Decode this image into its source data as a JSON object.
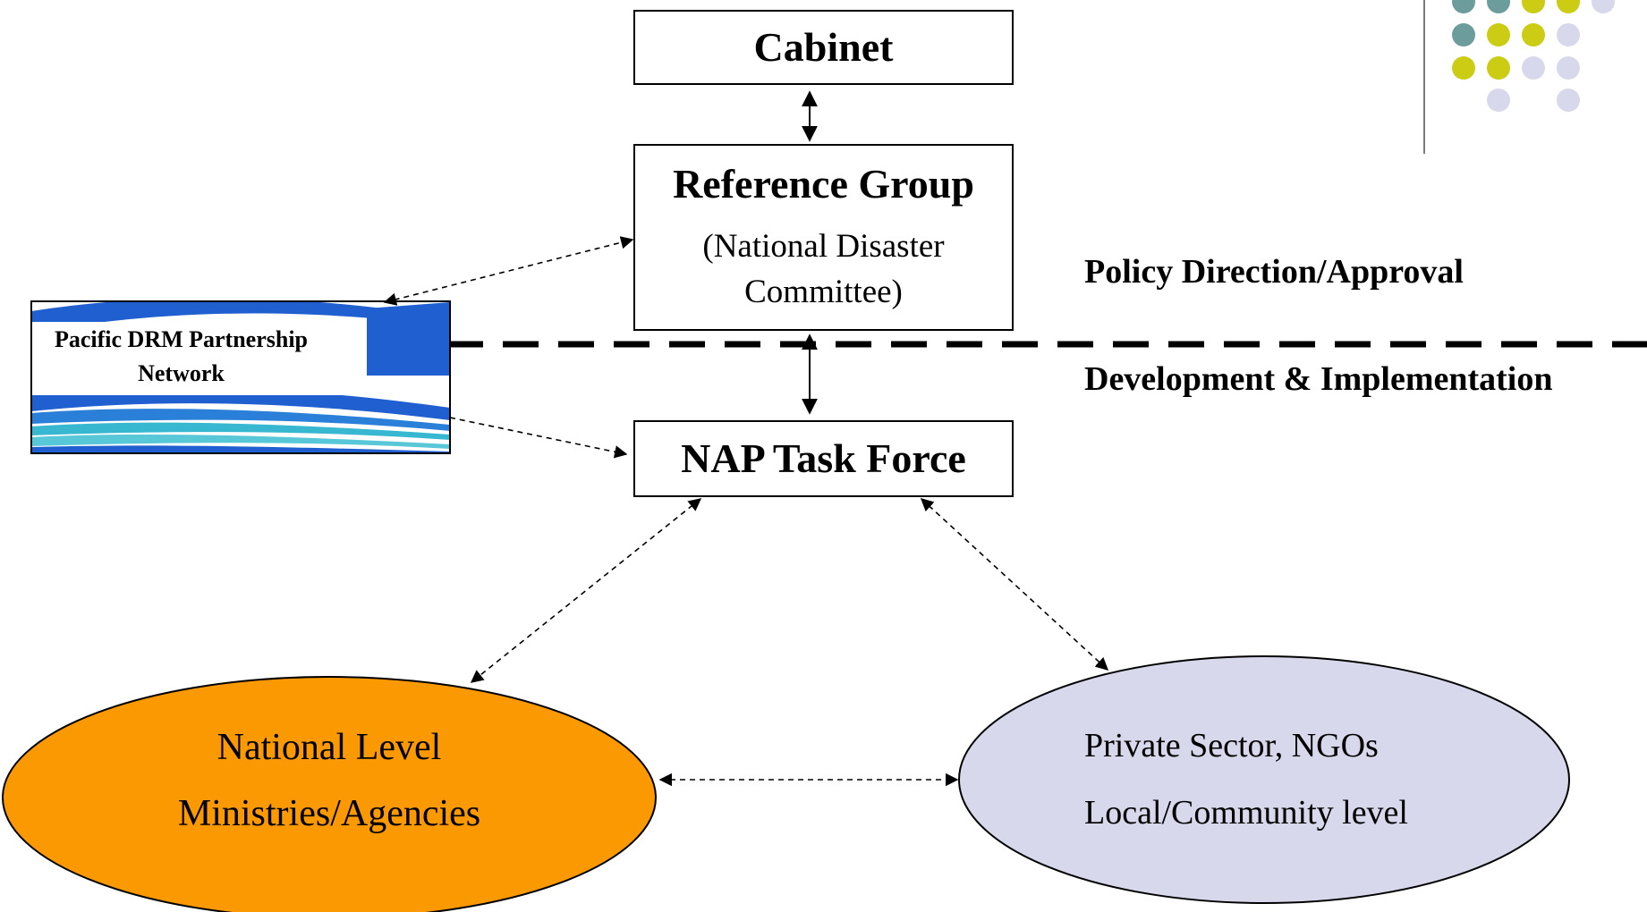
{
  "boxes": {
    "cabinet": "Cabinet",
    "reference_group_title": "Reference Group",
    "reference_group_sub_1": "(National Disaster",
    "reference_group_sub_2": "Committee)",
    "nap_task_force": "NAP Task Force"
  },
  "side_labels": {
    "policy": "Policy Direction/Approval",
    "development": "Development & Implementation"
  },
  "partner": {
    "line1": "Pacific DRM Partnership",
    "line2": "Network"
  },
  "national": {
    "line1": "National Level",
    "line2": "Ministries/Agencies",
    "fill": "#fb9902"
  },
  "private": {
    "line1": "Private Sector, NGOs",
    "line2": "Local/Community level",
    "fill": "#d7d8ec"
  },
  "colors": {
    "teal": "#6c9c9c",
    "olive": "#cccc14",
    "lavender": "#d7d8ec",
    "logo_blue": "#1f5fcf",
    "logo_cyan": "#38b8d0"
  }
}
